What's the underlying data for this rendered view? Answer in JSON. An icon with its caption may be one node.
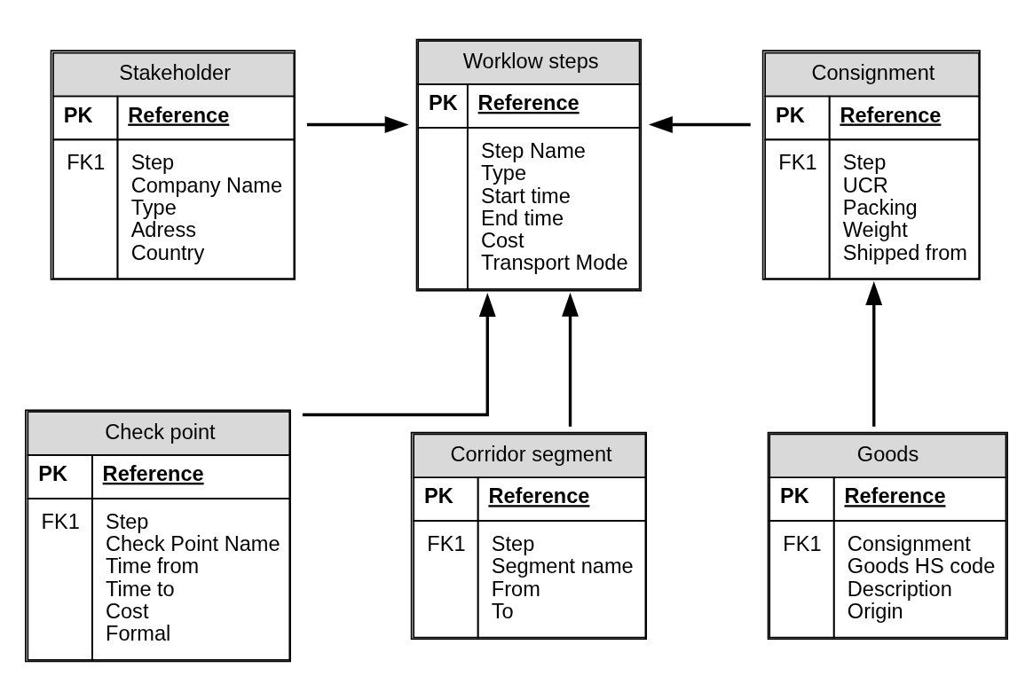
{
  "diagram": {
    "nodes": [
      {
        "text": [
          "Stakeholder",
          "PK",
          "Reference",
          "FK1",
          "Step",
          "Company Name",
          "Type",
          "Adress",
          "Country"
        ]
      },
      {
        "text": [
          "Worklow steps",
          "PK",
          "Reference",
          "Step Name",
          "Type",
          "Start time",
          "End time",
          "Cost",
          "Transport Mode"
        ]
      },
      {
        "text": [
          "Consignment",
          "PK",
          "Reference",
          "FK1",
          "Step",
          "UCR",
          "Packing",
          "Weight",
          "Shipped from"
        ]
      },
      {
        "text": [
          "Check point",
          "PK",
          "Reference",
          "FK1",
          "Step",
          "Check Point Name",
          "Time from",
          "Time to",
          "Cost",
          "Formal"
        ]
      },
      {
        "text": [
          "Corridor segment",
          "PK",
          "Reference",
          "FK1",
          "Step",
          "Segment name",
          "From",
          "To"
        ]
      },
      {
        "text": [
          "Goods",
          "PK",
          "Reference",
          "FK1",
          "Consignment",
          "Goods HS code",
          "Description",
          "Origin"
        ]
      }
    ],
    "edges": [
      {
        "from": 0,
        "to": 1,
        "arrow": "to"
      },
      {
        "from": 2,
        "to": 1,
        "arrow": "to"
      },
      {
        "from": 3,
        "to": 1,
        "arrow": "to"
      },
      {
        "from": 4,
        "to": 1,
        "arrow": "to"
      },
      {
        "from": 5,
        "to": 2,
        "arrow": "to"
      }
    ]
  }
}
